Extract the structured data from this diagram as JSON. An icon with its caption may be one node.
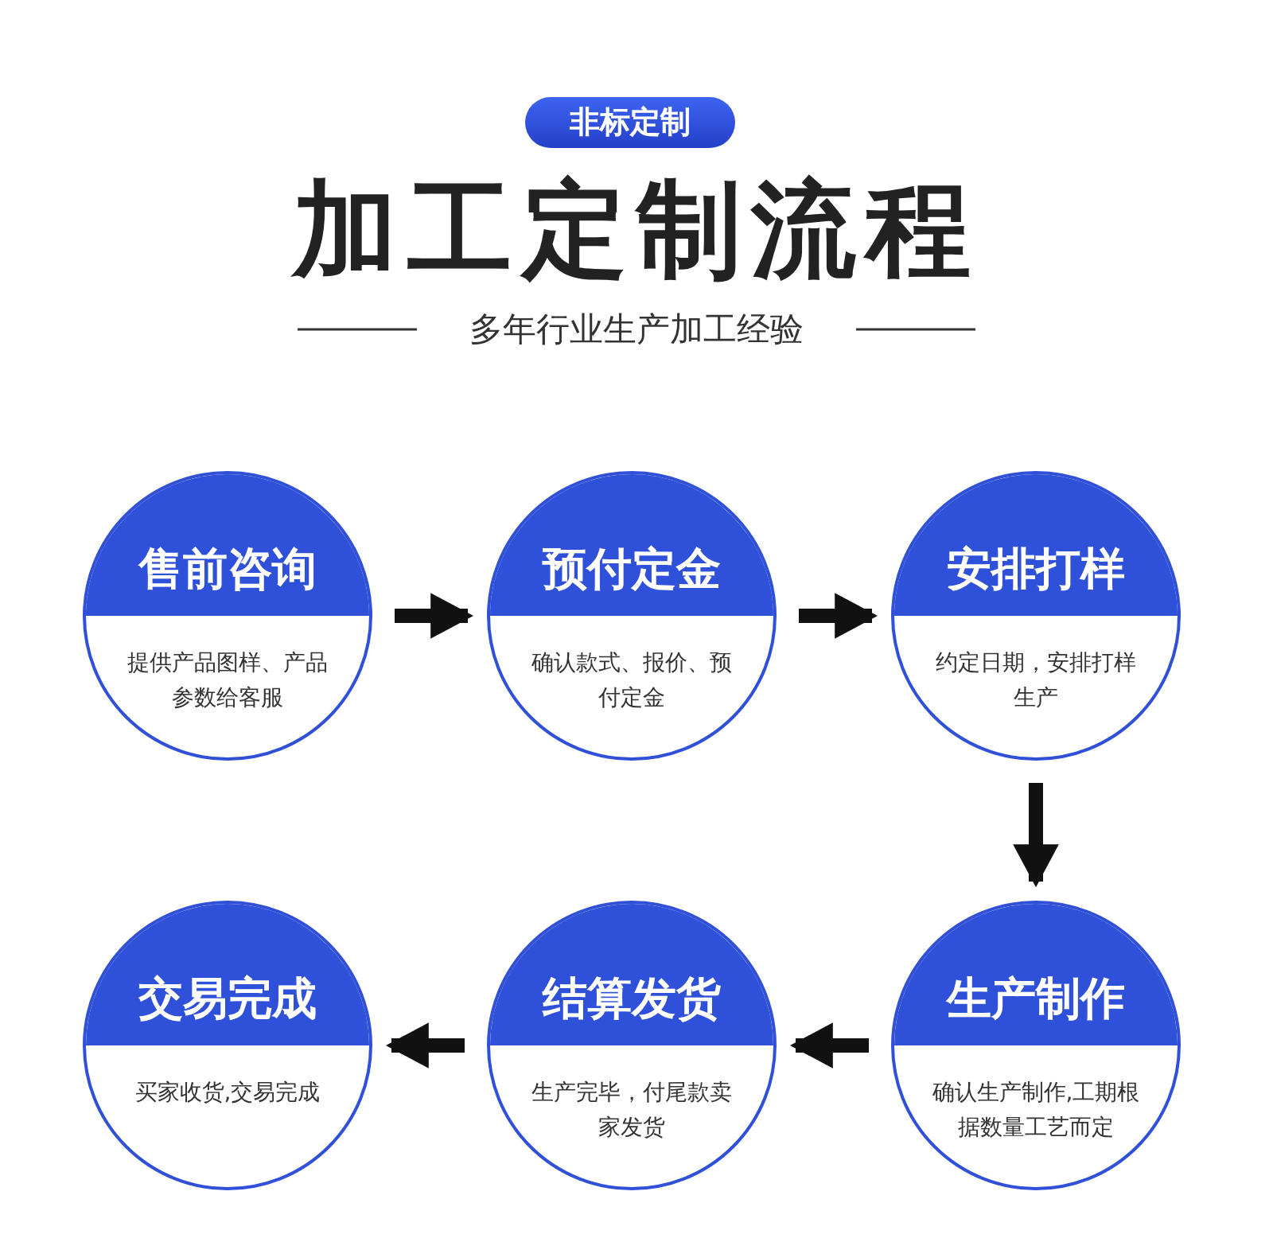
{
  "diagram": {
    "title": "加工定制流程",
    "nodes": [
      {
        "text": [
          "售前咨询",
          "提供产品图样、产品参数给客服"
        ]
      },
      {
        "text": [
          "预付定金",
          "确认款式、报价、预付定金"
        ]
      },
      {
        "text": [
          "安排打样",
          "约定日期，安排打样生产"
        ]
      },
      {
        "text": [
          "交易完成",
          "买家收货,交易完成"
        ]
      },
      {
        "text": [
          "结算发货",
          "生产完毕，付尾款卖家发货"
        ]
      },
      {
        "text": [
          "生产制作",
          "确认生产制作,工期根据数量工艺而定"
        ]
      }
    ],
    "edges": [
      {
        "from": 0,
        "to": 1,
        "arrow": "to"
      },
      {
        "from": 1,
        "to": 2,
        "arrow": "to"
      },
      {
        "from": 2,
        "to": 5,
        "arrow": "to"
      },
      {
        "from": 5,
        "to": 4,
        "arrow": "to"
      },
      {
        "from": 4,
        "to": 3,
        "arrow": "to"
      }
    ],
    "labels": [
      "非标定制",
      "多年行业生产加工经验"
    ]
  }
}
